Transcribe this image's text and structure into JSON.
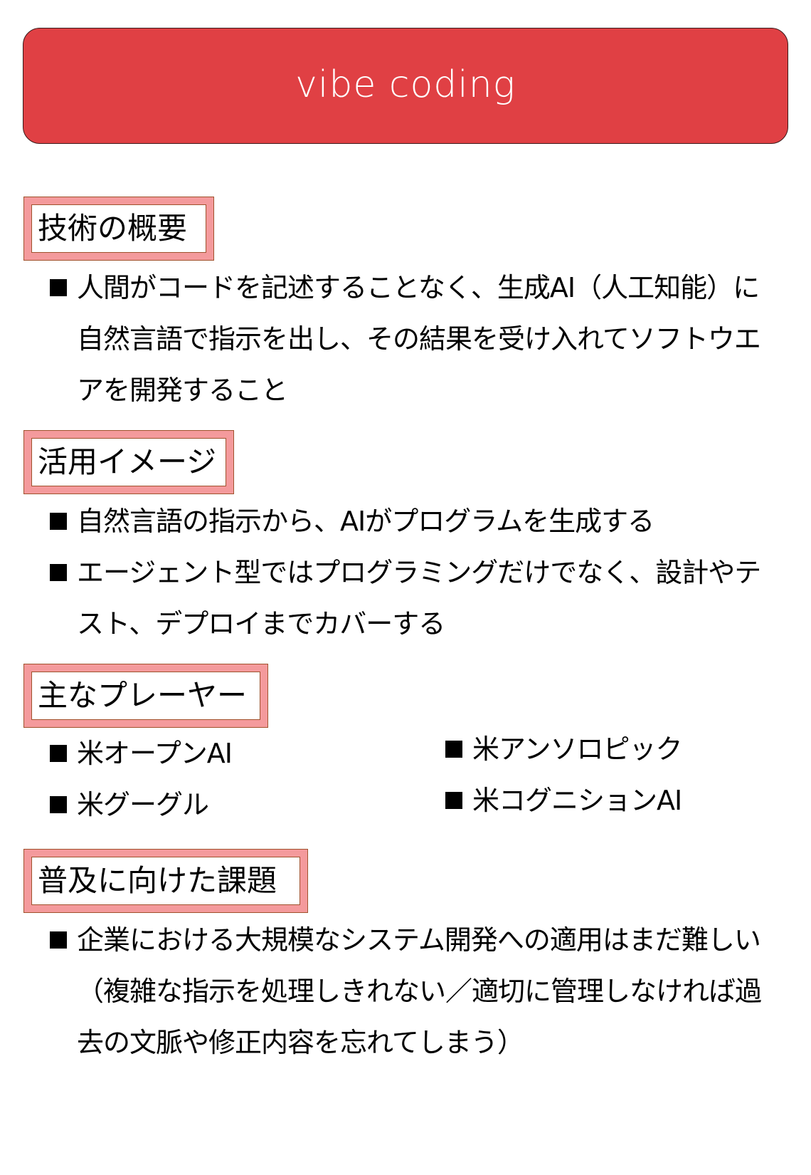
{
  "title": "vibe coding",
  "colors": {
    "banner_background": "#e04044",
    "banner_text": "#ffffff",
    "heading_frame": "#f49a9c",
    "heading_border": "#a0522d",
    "text": "#000000"
  },
  "bullet_glyph": "■",
  "sections": [
    {
      "heading": "技術の概要",
      "items": [
        "人間がコードを記述することなく、生成AI（人工知能）に自然言語で指示を出し、その結果を受け入れてソフトウエアを開発すること"
      ]
    },
    {
      "heading": "活用イメージ",
      "items": [
        "自然言語の指示から、AIがプログラムを生成する",
        "エージェント型ではプログラミングだけでなく、設計やテスト、デプロイまでカバーする"
      ]
    },
    {
      "heading": "主なプレーヤー",
      "items": [
        "米オープンAI",
        "米アンソロピック",
        "米グーグル",
        "米コグニションAI"
      ]
    },
    {
      "heading": "普及に向けた課題",
      "items": [
        "企業における大規模なシステム開発への適用はまだ難しい（複雑な指示を処理しきれない／適切に管理しなければ過去の文脈や修正内容を忘れてしまう）"
      ]
    }
  ]
}
